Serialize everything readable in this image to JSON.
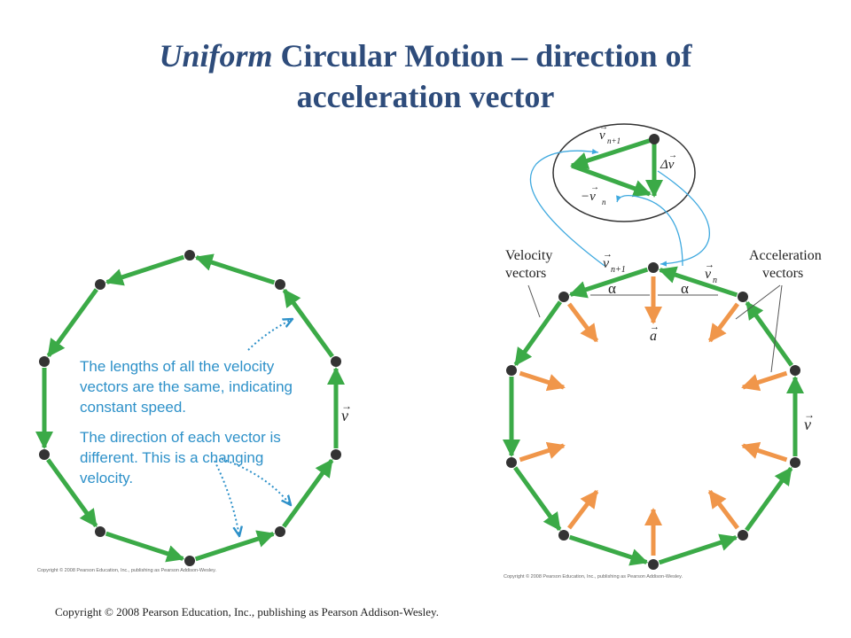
{
  "title": {
    "italic": "Uniform",
    "rest": " Circular Motion – direction of",
    "line2": "acceleration vector"
  },
  "left": {
    "callout1": "The lengths of all the velocity vectors are the same, indicating constant speed.",
    "callout2": "The direction of each vector is different. This is a changing velocity.",
    "v_label": "v",
    "copyright": "Copyright © 2008 Pearson Education, Inc., publishing as Pearson Addison-Wesley."
  },
  "right": {
    "velocity_label_1": "Velocity",
    "velocity_label_2": "vectors",
    "accel_label_1": "Acceleration",
    "accel_label_2": "vectors",
    "vn1_label": "v",
    "vn1_sub": "n+1",
    "vn_label": "v",
    "vn_sub": "n",
    "alpha": "α",
    "a_label": "a",
    "v_label": "v",
    "inset_vn1_label": "v",
    "inset_vn1_sub": "n+1",
    "inset_minus_vn_label": "−v",
    "inset_minus_vn_sub": "n",
    "inset_delta_v": "Δv",
    "copyright": "Copyright © 2008 Pearson Education, Inc., publishing as Pearson Addison-Wesley."
  },
  "footer": "Copyright © 2008 Pearson Education, Inc., publishing as Pearson Addison-Wesley.",
  "colors": {
    "title": "#2E4C7B",
    "velocity": "#3BAA47",
    "acceleration": "#F0964A",
    "dot": "#333333",
    "callout": "#2E91C9",
    "inset_curve": "#3FA9DF"
  }
}
